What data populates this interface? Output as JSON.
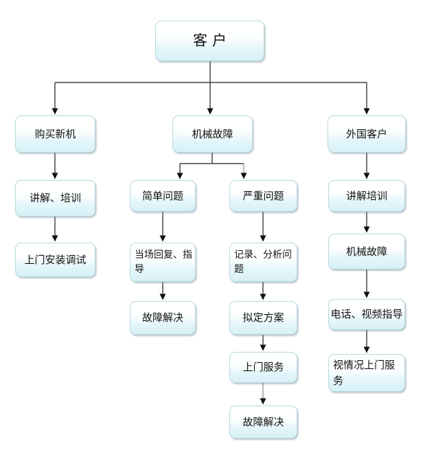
{
  "diagram": {
    "type": "flowchart",
    "orientation": "top-down",
    "colors": {
      "background": "#ffffff",
      "box_fill_top": "#ffffff",
      "box_fill_bottom": "#d6f1f7",
      "box_border": "#b9d8e1",
      "box_shadow": "#92a8b0",
      "connector_line": "#1c1c1c",
      "connector_line_light": "#8a8a8a",
      "text": "#111111"
    }
  },
  "nodes": {
    "customer": {
      "label": "客户"
    },
    "buy_new_machine": {
      "label": "购买新机"
    },
    "mechanical_failure": {
      "label": "机械故障"
    },
    "foreign_customer": {
      "label": "外国客户"
    },
    "explain_training_1": {
      "label": "讲解、培训"
    },
    "simple_problem": {
      "label": "简单问题"
    },
    "serious_problem": {
      "label": "严重问题"
    },
    "explain_training_2": {
      "label": "讲解培训"
    },
    "onsite_install_debug": {
      "label": "上门安装调试"
    },
    "onsite_reply_guide": {
      "label": "当场回复、指导"
    },
    "record_analyze_problem": {
      "label": "记录、分析问题"
    },
    "mechanical_failure_2": {
      "label": "机械故障"
    },
    "fault_resolved_1": {
      "label": "故障解决"
    },
    "draft_plan": {
      "label": "拟定方案"
    },
    "phone_video_guide": {
      "label": "电话、视频指导"
    },
    "onsite_service": {
      "label": "上门服务"
    },
    "onsite_service_as_needed": {
      "label": "视情况上门服务"
    },
    "fault_resolved_2": {
      "label": "故障解决"
    }
  },
  "edges": [
    {
      "from": "customer",
      "to": "buy_new_machine"
    },
    {
      "from": "customer",
      "to": "mechanical_failure"
    },
    {
      "from": "customer",
      "to": "foreign_customer"
    },
    {
      "from": "buy_new_machine",
      "to": "explain_training_1"
    },
    {
      "from": "explain_training_1",
      "to": "onsite_install_debug"
    },
    {
      "from": "mechanical_failure",
      "to": "simple_problem"
    },
    {
      "from": "mechanical_failure",
      "to": "serious_problem"
    },
    {
      "from": "simple_problem",
      "to": "onsite_reply_guide"
    },
    {
      "from": "onsite_reply_guide",
      "to": "fault_resolved_1"
    },
    {
      "from": "serious_problem",
      "to": "record_analyze_problem"
    },
    {
      "from": "record_analyze_problem",
      "to": "draft_plan"
    },
    {
      "from": "draft_plan",
      "to": "onsite_service"
    },
    {
      "from": "onsite_service",
      "to": "fault_resolved_2"
    },
    {
      "from": "foreign_customer",
      "to": "explain_training_2"
    },
    {
      "from": "explain_training_2",
      "to": "mechanical_failure_2"
    },
    {
      "from": "mechanical_failure_2",
      "to": "phone_video_guide"
    },
    {
      "from": "phone_video_guide",
      "to": "onsite_service_as_needed"
    }
  ]
}
